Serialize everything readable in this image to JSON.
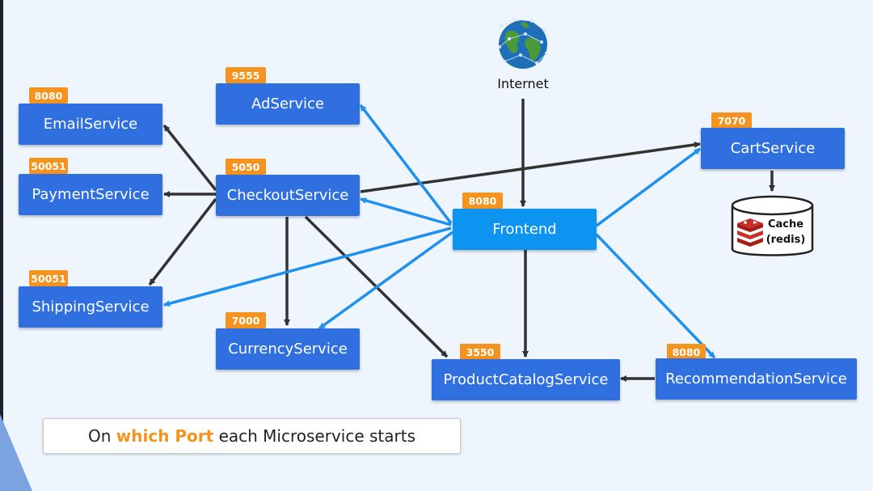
{
  "internet": {
    "label": "Internet",
    "icon": "globe-icon"
  },
  "services": {
    "email": {
      "name": "EmailService",
      "port": "8080"
    },
    "payment": {
      "name": "PaymentService",
      "port": "50051"
    },
    "shipping": {
      "name": "ShippingService",
      "port": "50051"
    },
    "ad": {
      "name": "AdService",
      "port": "9555"
    },
    "checkout": {
      "name": "CheckoutService",
      "port": "5050"
    },
    "currency": {
      "name": "CurrencyService",
      "port": "7000"
    },
    "frontend": {
      "name": "Frontend",
      "port": "8080"
    },
    "productcatalog": {
      "name": "ProductCatalogService",
      "port": "3550"
    },
    "recommendation": {
      "name": "RecommendationService",
      "port": "8080"
    },
    "cart": {
      "name": "CartService",
      "port": "7070"
    }
  },
  "cache": {
    "line1": "Cache",
    "line2": "(redis)",
    "icon": "redis-icon"
  },
  "caption": {
    "prefix": "On ",
    "highlight": "which Port",
    "suffix": " each Microservice starts"
  },
  "colors": {
    "service": "#2f6fe0",
    "frontend": "#0d94f0",
    "port_badge": "#f5931f",
    "arrow_dark": "#333333",
    "arrow_blue": "#1e90ee",
    "background": "#eef5fd"
  }
}
